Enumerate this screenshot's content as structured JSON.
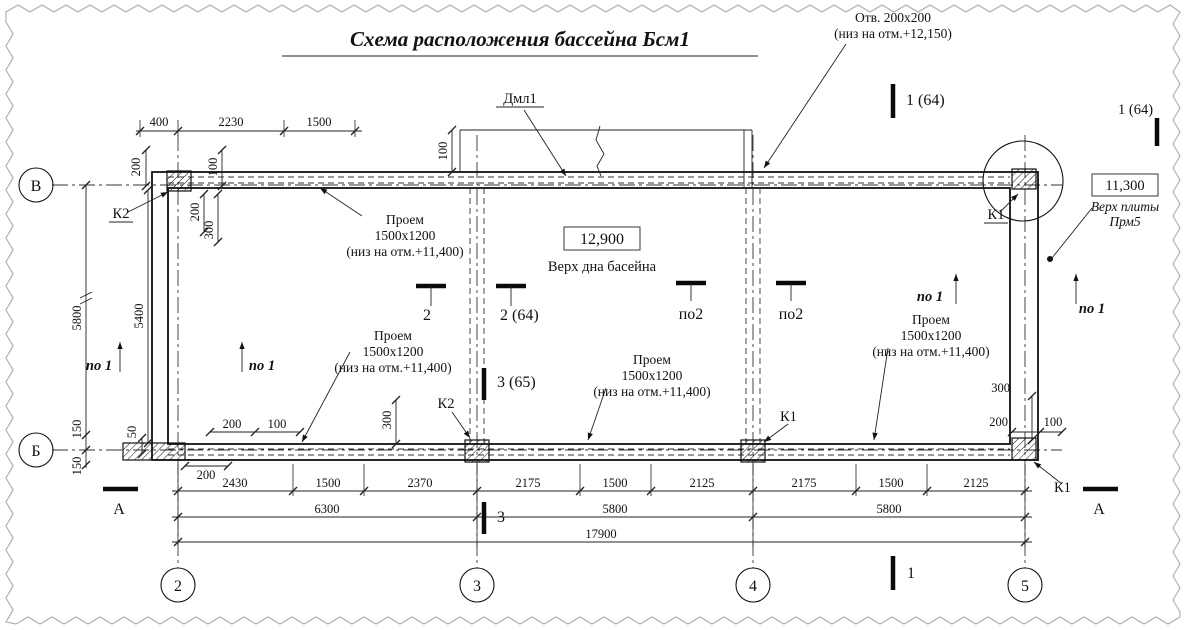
{
  "title": "Схема расположения бассейна Бсм1",
  "axes": {
    "row_top": "В",
    "row_bottom": "Б",
    "section": "А",
    "cols": [
      "2",
      "3",
      "4",
      "5"
    ]
  },
  "labels": {
    "hole_l1": "Отв. 200x200",
    "hole_l2": "(низ на отм.+12,150)",
    "beam": "Дмл1",
    "k1": "К1",
    "k2": "К2",
    "opening_l1": "Проем",
    "opening_l2": "1500x1200",
    "opening_l3": "(низ на отм.+11,400)",
    "pool_bottom_elev": "12,900",
    "pool_bottom_caption": "Верх дна басейна",
    "slab_elev": "11,300",
    "slab_caption_l1": "Верх плиты",
    "slab_caption_l2": "Прм5"
  },
  "sections": {
    "s1_64": "1 (64)",
    "s1_64_right": "1 (64)",
    "s2": "2",
    "s2_64": "2 (64)",
    "s3_65": "3 (65)",
    "s3": "3",
    "s1": "1",
    "po2": "по2",
    "po1": "по 1"
  },
  "dims": {
    "top": [
      "400",
      "2230",
      "1500"
    ],
    "band_height": "100",
    "left_top": [
      "200",
      "100",
      "200",
      "300"
    ],
    "left_main": [
      "5800",
      "5400"
    ],
    "left_bottom": [
      "150",
      "150",
      "50",
      "200"
    ],
    "bottom_inner": [
      "200",
      "100",
      "300"
    ],
    "right_side": [
      "300",
      "200",
      "100"
    ],
    "chain1": [
      "2430",
      "1500",
      "2370",
      "2175",
      "1500",
      "2125",
      "2175",
      "1500",
      "2125"
    ],
    "chain2": [
      "6300",
      "5800",
      "5800"
    ],
    "total": "17900"
  }
}
